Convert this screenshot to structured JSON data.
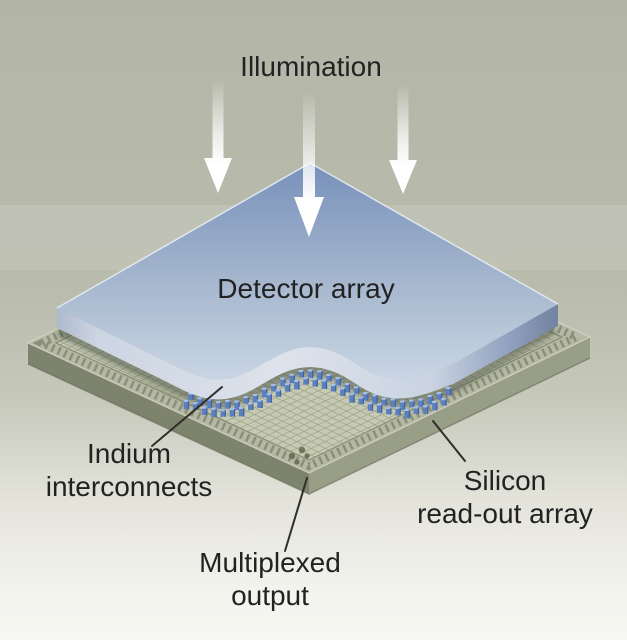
{
  "labels": {
    "illumination": "Illumination",
    "detector_array": "Detector array",
    "indium_line1": "Indium",
    "indium_line2": "interconnects",
    "silicon_line1": "Silicon",
    "silicon_line2": "read-out array",
    "multiplexed_line1": "Multiplexed",
    "multiplexed_line2": "output"
  },
  "colors": {
    "background_top": "#b3b6a7",
    "background_mid": "#c6c8ba",
    "background_bottom": "#f6f6f2",
    "detector_blue_dark": "#7c94bc",
    "detector_blue_mid": "#a3b5cd",
    "detector_blue_light": "#c9d5e3",
    "detector_edge_light": "#dde3ec",
    "board_green": "#b5b9a4",
    "board_grid_cell": "#c6cab3",
    "board_grid_line": "#9aa187",
    "board_side_left": "#7e836d",
    "board_side_right": "#999e86",
    "rim_tick": "#5f6652",
    "bump_blue": "#5b80c0",
    "bump_top": "#a9c2e3",
    "bump_shade": "#3d5c97",
    "leader_line": "#2e2e2a",
    "label_text": "#222222",
    "arrow_white": "#ffffff"
  }
}
